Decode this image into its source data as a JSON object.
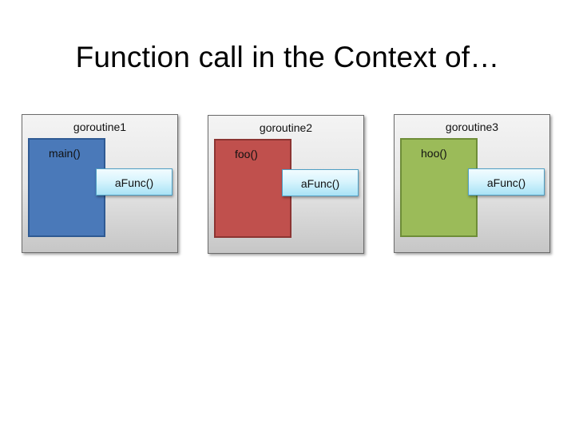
{
  "slide": {
    "title": "Function call in the Context of…"
  },
  "goroutines": [
    {
      "label": "goroutine1",
      "caller": {
        "label": "main()",
        "color": "#4a79b9",
        "border": "#2f5a93"
      },
      "callee": {
        "label": "aFunc()"
      }
    },
    {
      "label": "goroutine2",
      "caller": {
        "label": "foo()",
        "color": "#c0504d",
        "border": "#8c3432"
      },
      "callee": {
        "label": "aFunc()"
      }
    },
    {
      "label": "goroutine3",
      "caller": {
        "label": "hoo()",
        "color": "#9bbb59",
        "border": "#6e8d38"
      },
      "callee": {
        "label": "aFunc()"
      }
    }
  ]
}
